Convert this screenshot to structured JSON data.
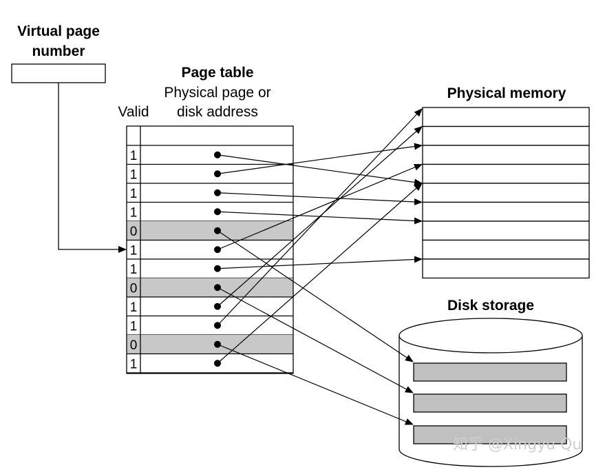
{
  "labels": {
    "vpn_line1": "Virtual page",
    "vpn_line2": "number",
    "page_table_title": "Page table",
    "page_table_sub1": "Physical page or",
    "page_table_sub2": "disk address",
    "valid": "Valid",
    "physical_memory": "Physical memory",
    "disk_storage": "Disk storage"
  },
  "page_table": {
    "rows": [
      {
        "valid": "1",
        "target": "mem",
        "index": 4
      },
      {
        "valid": "1",
        "target": "mem",
        "index": 2
      },
      {
        "valid": "1",
        "target": "mem",
        "index": 5
      },
      {
        "valid": "1",
        "target": "mem",
        "index": 6
      },
      {
        "valid": "0",
        "target": "disk",
        "index": 0
      },
      {
        "valid": "1",
        "target": "mem",
        "index": 3
      },
      {
        "valid": "1",
        "target": "mem",
        "index": 8
      },
      {
        "valid": "0",
        "target": "disk",
        "index": 1
      },
      {
        "valid": "1",
        "target": "mem",
        "index": 1
      },
      {
        "valid": "1",
        "target": "mem",
        "index": 0
      },
      {
        "valid": "0",
        "target": "disk",
        "index": 2
      },
      {
        "valid": "1",
        "target": "mem",
        "index": 4
      }
    ]
  },
  "physical_memory_slots": 9,
  "disk_blocks": 3,
  "colors": {
    "invalid_row": "#c8c8c8",
    "disk_block": "#c0c0c0",
    "line": "#000000"
  },
  "watermark": "知乎 @Xingyu Qu"
}
